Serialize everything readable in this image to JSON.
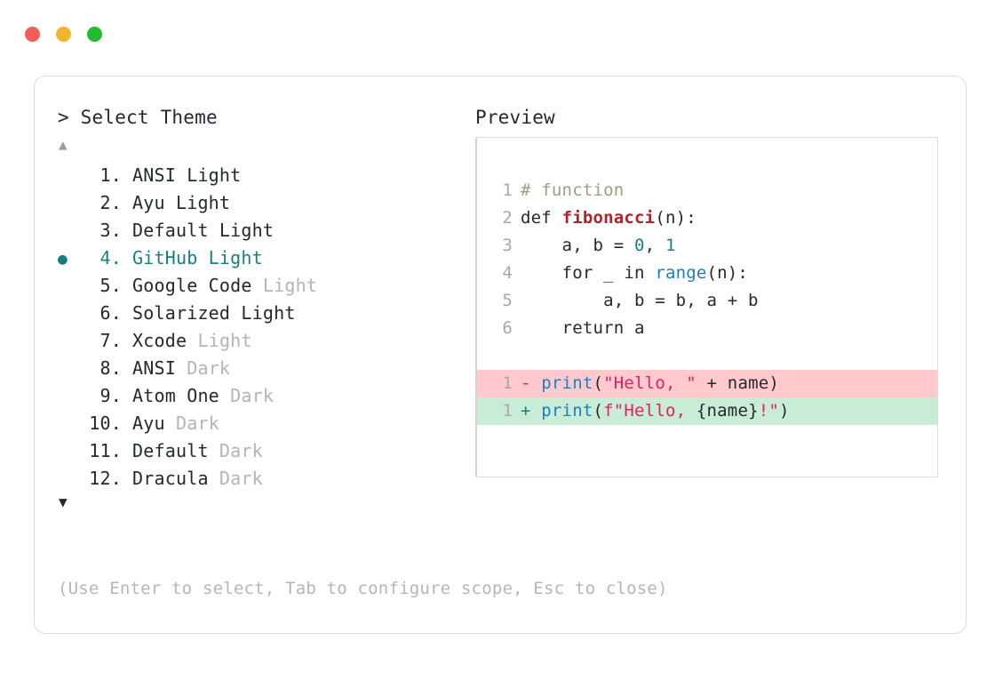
{
  "window": {
    "dots": [
      {
        "name": "close-dot",
        "color": "#f35f56"
      },
      {
        "name": "minimize-dot",
        "color": "#f5b52a"
      },
      {
        "name": "maximize-dot",
        "color": "#22bb33"
      }
    ]
  },
  "colors": {
    "accent_teal": "#17807d",
    "text": "#24292e",
    "muted": "#b4b4b4",
    "border": "#dcdcdc",
    "diff_delete_bg": "#ffc9cd",
    "diff_add_bg": "#c8ecd6",
    "string": "#e0225e",
    "builtin": "#1a7fc4",
    "function": "#b0232a",
    "number": "#178080",
    "comment": "#9e9d84"
  },
  "prompt": {
    "marker": ">",
    "title": "Select Theme",
    "full": "> Select Theme"
  },
  "scroll": {
    "up_arrow": "▲",
    "down_arrow": "▼",
    "up_active": false,
    "down_active": true
  },
  "themes": {
    "selected_index": 4,
    "selected_bullet": "●",
    "items": [
      {
        "index": "1.",
        "name": "ANSI Light",
        "suffix": "",
        "selected": false
      },
      {
        "index": "2.",
        "name": "Ayu Light",
        "suffix": "",
        "selected": false
      },
      {
        "index": "3.",
        "name": "Default Light",
        "suffix": "",
        "selected": false
      },
      {
        "index": "4.",
        "name": "GitHub Light",
        "suffix": "",
        "selected": true
      },
      {
        "index": "5.",
        "name": "Google Code",
        "suffix": "Light",
        "selected": false
      },
      {
        "index": "6.",
        "name": "Solarized Light",
        "suffix": "",
        "selected": false
      },
      {
        "index": "7.",
        "name": "Xcode",
        "suffix": "Light",
        "selected": false
      },
      {
        "index": "8.",
        "name": "ANSI",
        "suffix": "Dark",
        "selected": false
      },
      {
        "index": "9.",
        "name": "Atom One",
        "suffix": "Dark",
        "selected": false
      },
      {
        "index": "10.",
        "name": "Ayu",
        "suffix": "Dark",
        "selected": false
      },
      {
        "index": "11.",
        "name": "Default",
        "suffix": "Dark",
        "selected": false
      },
      {
        "index": "12.",
        "name": "Dracula",
        "suffix": "Dark",
        "selected": false
      }
    ]
  },
  "preview": {
    "label": "Preview",
    "code_lines": [
      {
        "ln": "1",
        "tokens": [
          {
            "t": "# function",
            "c": "comment"
          }
        ]
      },
      {
        "ln": "2",
        "tokens": [
          {
            "t": "def ",
            "c": "plain"
          },
          {
            "t": "fibonacci",
            "c": "func"
          },
          {
            "t": "(n):",
            "c": "plain"
          }
        ]
      },
      {
        "ln": "3",
        "tokens": [
          {
            "t": "    a, b = ",
            "c": "plain"
          },
          {
            "t": "0",
            "c": "num"
          },
          {
            "t": ", ",
            "c": "plain"
          },
          {
            "t": "1",
            "c": "num"
          }
        ]
      },
      {
        "ln": "4",
        "tokens": [
          {
            "t": "    for _ in ",
            "c": "plain"
          },
          {
            "t": "range",
            "c": "builtin"
          },
          {
            "t": "(n):",
            "c": "plain"
          }
        ]
      },
      {
        "ln": "5",
        "tokens": [
          {
            "t": "        a, b = b, a + b",
            "c": "plain"
          }
        ]
      },
      {
        "ln": "6",
        "tokens": [
          {
            "t": "    return a",
            "c": "plain"
          }
        ]
      }
    ],
    "diff_lines": [
      {
        "ln": "1",
        "kind": "delete",
        "sign": "-",
        "tokens": [
          {
            "t": "print",
            "c": "builtin"
          },
          {
            "t": "(",
            "c": "plain"
          },
          {
            "t": "\"Hello, \"",
            "c": "str"
          },
          {
            "t": " + name)",
            "c": "plain"
          }
        ]
      },
      {
        "ln": "1",
        "kind": "add",
        "sign": "+",
        "tokens": [
          {
            "t": "print",
            "c": "builtin"
          },
          {
            "t": "(",
            "c": "plain"
          },
          {
            "t": "f\"Hello, ",
            "c": "str"
          },
          {
            "t": "{name}",
            "c": "plain"
          },
          {
            "t": "!\"",
            "c": "str"
          },
          {
            "t": ")",
            "c": "plain"
          }
        ]
      }
    ]
  },
  "footer": {
    "hint": "(Use Enter to select, Tab to configure scope, Esc to close)"
  }
}
